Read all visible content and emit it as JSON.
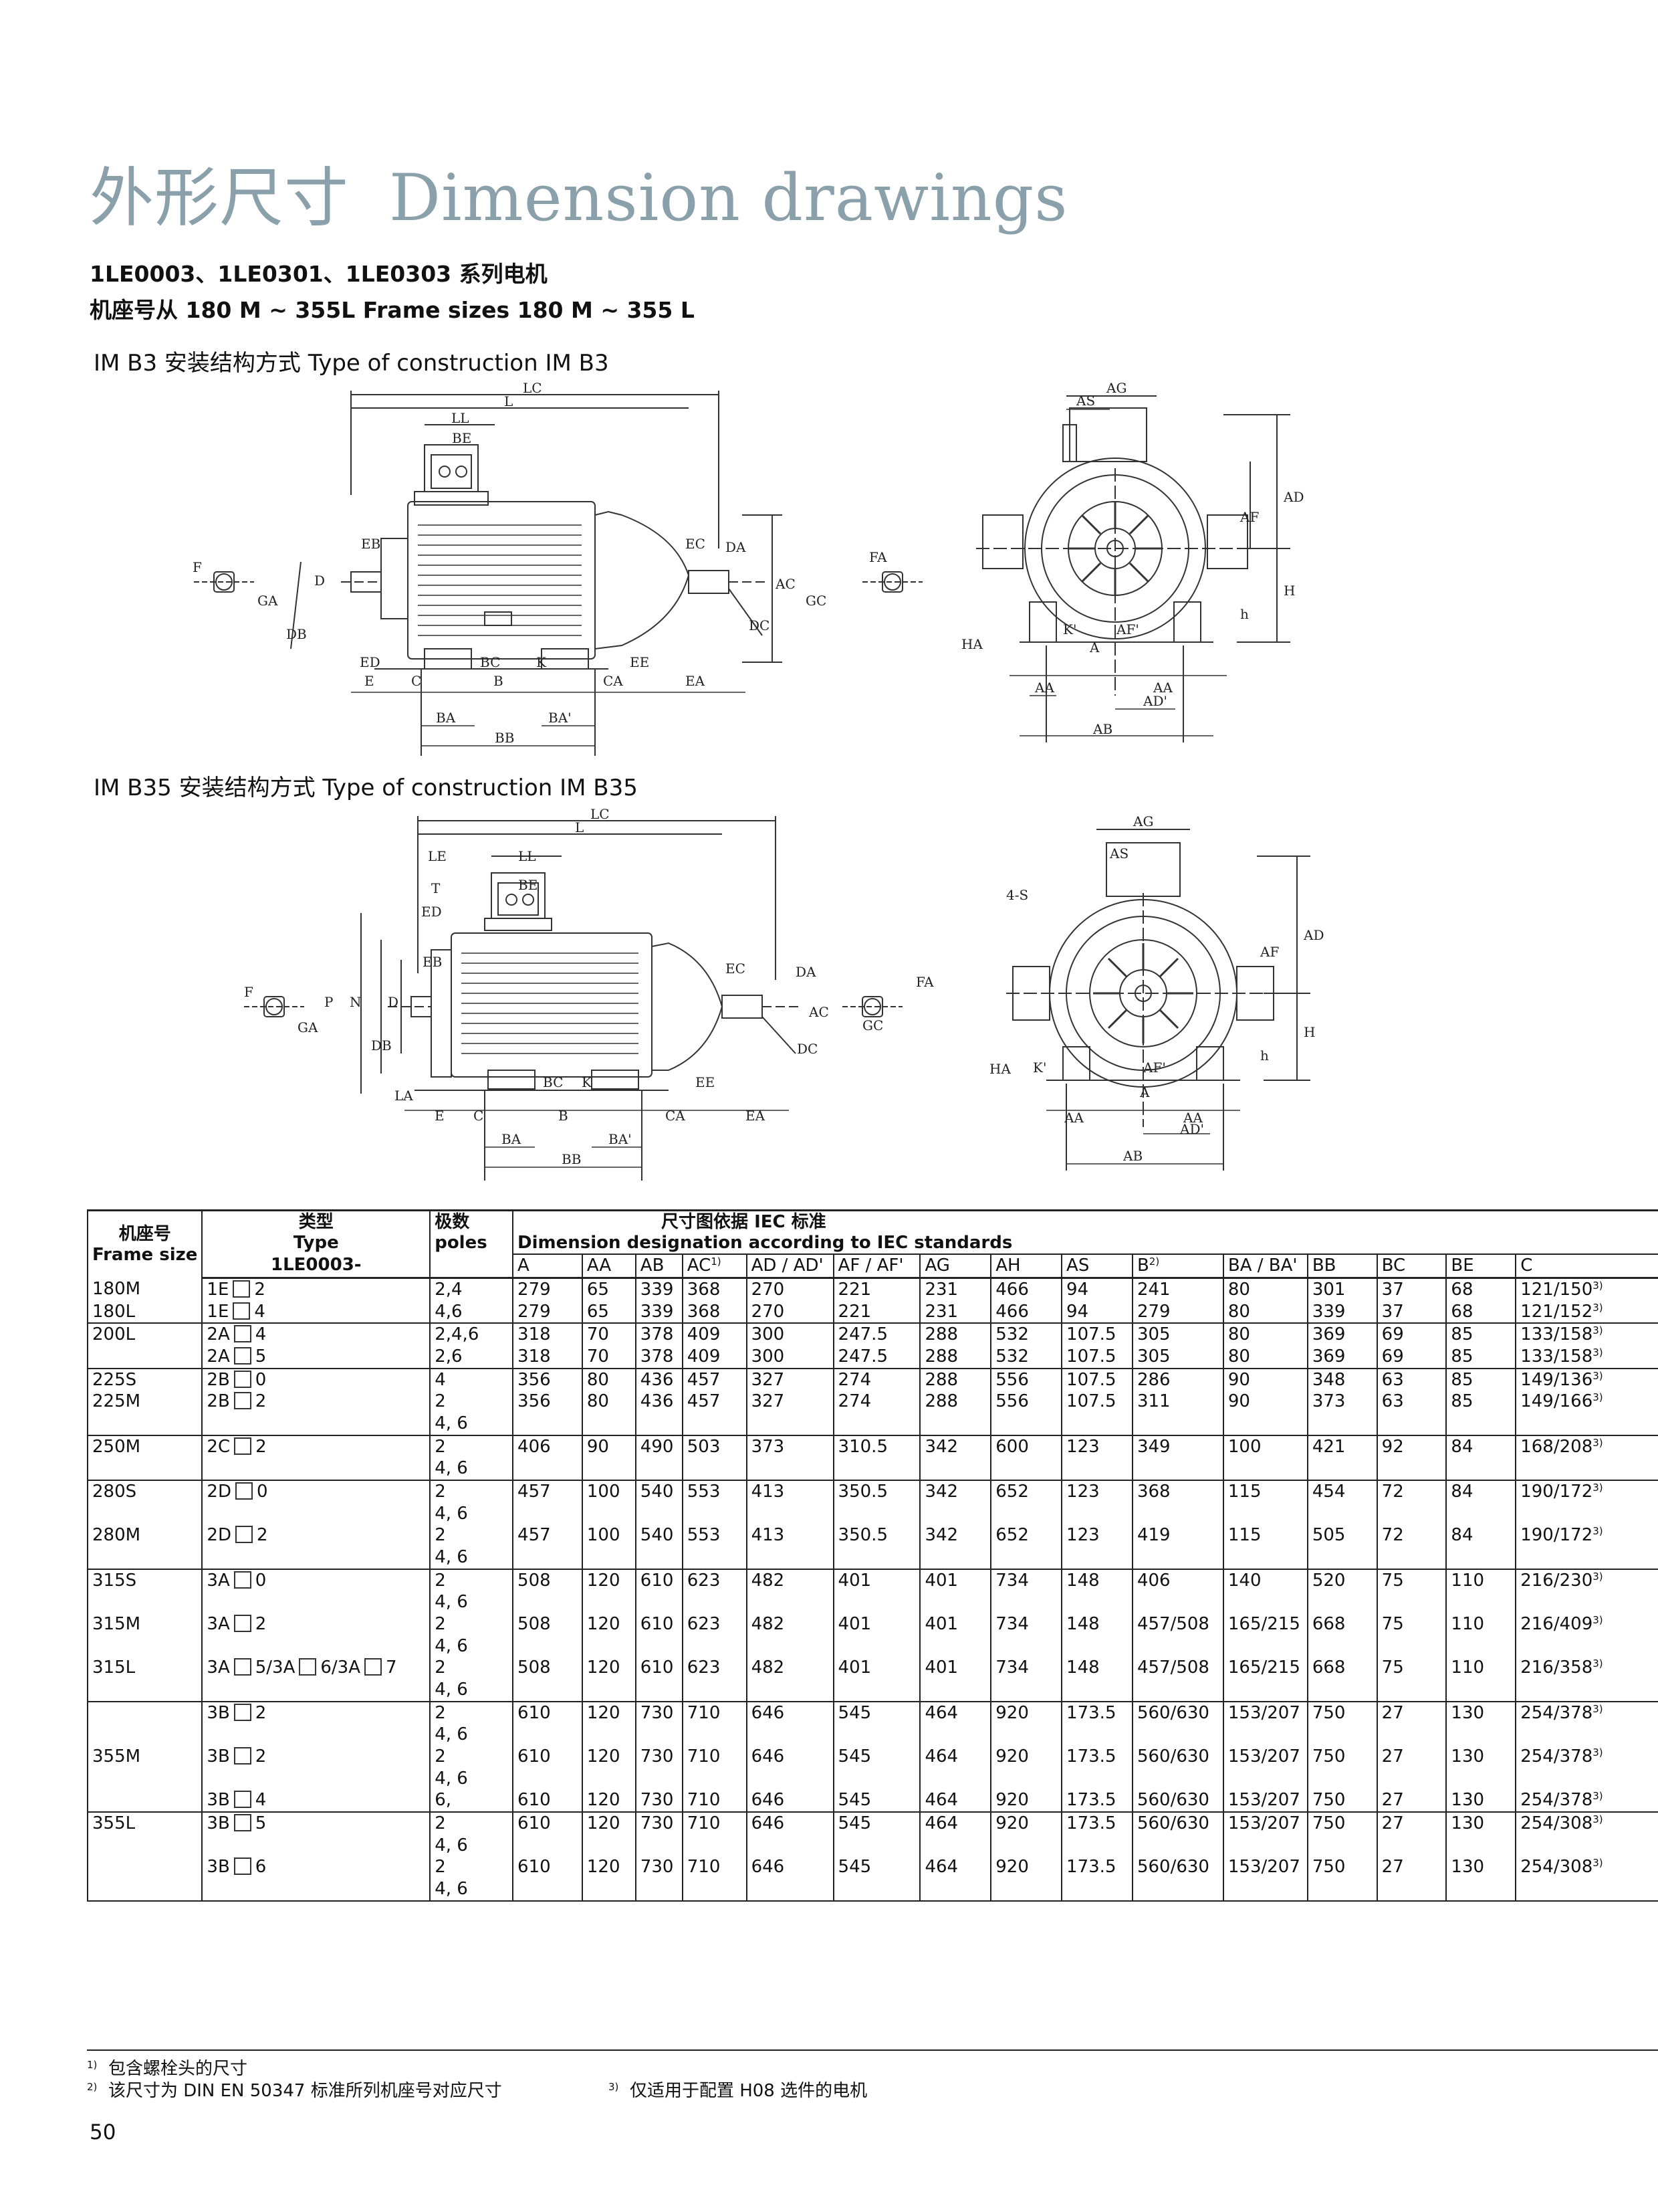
{
  "title": {
    "zh": "外形尺寸",
    "en": "Dimension drawings"
  },
  "subtitle1": "1LE0003、1LE0301、1LE0303 系列电机",
  "subtitle2": "机座号从 180 M ~ 355L  Frame sizes 180 M ~ 355 L",
  "figure1": {
    "label": "IM B3 安装结构方式 Type of construction IM B3",
    "dims": {
      "LC": "LC",
      "L": "L",
      "LL": "LL",
      "BE": "BE",
      "EB": "EB",
      "EC": "EC",
      "DA": "DA",
      "AC": "AC",
      "DC": "DC",
      "F": "F",
      "GA": "GA",
      "D": "D",
      "DB": "DB",
      "ED": "ED",
      "E": "E",
      "C": "C",
      "BC": "BC",
      "B": "B",
      "K": "K",
      "EE": "EE",
      "CA": "CA",
      "EA": "EA",
      "BA": "BA",
      "BA2": "BA'",
      "BB": "BB",
      "GC": "GC",
      "FA": "FA",
      "AG": "AG",
      "AS": "AS",
      "AD": "AD",
      "AF": "AF",
      "H": "H",
      "h": "h",
      "HA": "HA",
      "K2": "K'",
      "AF2": "AF'",
      "A": "A",
      "AA": "AA",
      "AD2": "AD'",
      "AB": "AB"
    }
  },
  "figure2": {
    "label": "IM B35 安装结构方式 Type of construction IM B35",
    "dims": {
      "LC": "LC",
      "L": "L",
      "LE": "LE",
      "LL": "LL",
      "T": "T",
      "BE": "BE",
      "ED": "ED",
      "EB": "EB",
      "EC": "EC",
      "DA": "DA",
      "AC": "AC",
      "DC": "DC",
      "F": "F",
      "GA": "GA",
      "P": "P",
      "N": "N",
      "D": "D",
      "DB": "DB",
      "LA": "LA",
      "E": "E",
      "C": "C",
      "BC": "BC",
      "K": "K",
      "B": "B",
      "EE": "EE",
      "CA": "CA",
      "EA": "EA",
      "BA": "BA",
      "BA2": "BA'",
      "BB": "BB",
      "GC": "GC",
      "FA": "FA",
      "AG": "AG",
      "AS": "AS",
      "S": "4-S",
      "AD": "AD",
      "AF": "AF",
      "H": "H",
      "h": "h",
      "HA": "HA",
      "K2": "K'",
      "AF2": "AF'",
      "A": "A",
      "AA": "AA",
      "AD2": "AD'",
      "AB": "AB"
    }
  },
  "table": {
    "h_frame_zh": "机座号",
    "h_frame_en": "Frame size",
    "h_type_zh": "类型",
    "h_type_en": "Type",
    "h_type_code": "1LE0003-",
    "h_poles_zh": "极数",
    "h_poles_en": "poles",
    "h_dim_zh": "尺寸图依据 IEC 标准",
    "h_dim_en": "Dimension designation according to IEC standards",
    "cols": [
      "A",
      "AA",
      "AB",
      "AC",
      "AD / AD'",
      "AF / AF'",
      "AG",
      "AH",
      "AS",
      "B",
      "BA / BA'",
      "BB",
      "BC",
      "BE",
      "C"
    ],
    "col_sups": {
      "AC": "1)",
      "B": "2)"
    },
    "c_sup": "3)",
    "rows": [
      {
        "frame": "180M",
        "type_pre": "1E",
        "type_post": "2",
        "poles": "2,4",
        "v": [
          "279",
          "65",
          "339",
          "368",
          "270",
          "221",
          "231",
          "466",
          "94",
          "241",
          "80",
          "301",
          "37",
          "68",
          "121/150"
        ]
      },
      {
        "frame": "180L",
        "type_pre": "1E",
        "type_post": "4",
        "poles": "4,6",
        "v": [
          "279",
          "65",
          "339",
          "368",
          "270",
          "221",
          "231",
          "466",
          "94",
          "279",
          "80",
          "339",
          "37",
          "68",
          "121/152"
        ]
      },
      {
        "frame": "200L",
        "type_pre": "2A",
        "type_post": "4",
        "poles": "2,4,6",
        "v": [
          "318",
          "70",
          "378",
          "409",
          "300",
          "247.5",
          "288",
          "532",
          "107.5",
          "305",
          "80",
          "369",
          "69",
          "85",
          "133/158"
        ]
      },
      {
        "frame": "",
        "type_pre": "2A",
        "type_post": "5",
        "poles": "2,6",
        "v": [
          "318",
          "70",
          "378",
          "409",
          "300",
          "247.5",
          "288",
          "532",
          "107.5",
          "305",
          "80",
          "369",
          "69",
          "85",
          "133/158"
        ]
      },
      {
        "frame": "225S",
        "type_pre": "2B",
        "type_post": "0",
        "poles": "4",
        "v": [
          "356",
          "80",
          "436",
          "457",
          "327",
          "274",
          "288",
          "556",
          "107.5",
          "286",
          "90",
          "348",
          "63",
          "85",
          "149/136"
        ]
      },
      {
        "frame": "225M",
        "type_pre": "2B",
        "type_post": "2",
        "poles": "2",
        "v": [
          "356",
          "80",
          "436",
          "457",
          "327",
          "274",
          "288",
          "556",
          "107.5",
          "311",
          "90",
          "373",
          "63",
          "85",
          "149/166"
        ]
      },
      {
        "frame": "",
        "type_pre": "",
        "type_post": "",
        "poles": "4, 6",
        "v": []
      },
      {
        "frame": "250M",
        "type_pre": "2C",
        "type_post": "2",
        "poles": "2",
        "v": [
          "406",
          "90",
          "490",
          "503",
          "373",
          "310.5",
          "342",
          "600",
          "123",
          "349",
          "100",
          "421",
          "92",
          "84",
          "168/208"
        ]
      },
      {
        "frame": "",
        "type_pre": "",
        "type_post": "",
        "poles": "4, 6",
        "v": []
      },
      {
        "frame": "280S",
        "type_pre": "2D",
        "type_post": "0",
        "poles": "2",
        "v": [
          "457",
          "100",
          "540",
          "553",
          "413",
          "350.5",
          "342",
          "652",
          "123",
          "368",
          "115",
          "454",
          "72",
          "84",
          "190/172"
        ]
      },
      {
        "frame": "",
        "type_pre": "",
        "type_post": "",
        "poles": "4, 6",
        "v": []
      },
      {
        "frame": "280M",
        "type_pre": "2D",
        "type_post": "2",
        "poles": "2",
        "v": [
          "457",
          "100",
          "540",
          "553",
          "413",
          "350.5",
          "342",
          "652",
          "123",
          "419",
          "115",
          "505",
          "72",
          "84",
          "190/172"
        ]
      },
      {
        "frame": "",
        "type_pre": "",
        "type_post": "",
        "poles": "4, 6",
        "v": []
      },
      {
        "frame": "315S",
        "type_pre": "3A",
        "type_post": "0",
        "poles": "2",
        "v": [
          "508",
          "120",
          "610",
          "623",
          "482",
          "401",
          "401",
          "734",
          "148",
          "406",
          "140",
          "520",
          "75",
          "110",
          "216/230"
        ]
      },
      {
        "frame": "",
        "type_pre": "",
        "type_post": "",
        "poles": "4, 6",
        "v": []
      },
      {
        "frame": "315M",
        "type_pre": "3A",
        "type_post": "2",
        "poles": "2",
        "v": [
          "508",
          "120",
          "610",
          "623",
          "482",
          "401",
          "401",
          "734",
          "148",
          "457/508",
          "165/215",
          "668",
          "75",
          "110",
          "216/409"
        ]
      },
      {
        "frame": "",
        "type_pre": "",
        "type_post": "",
        "poles": "4, 6",
        "v": []
      },
      {
        "frame": "315L",
        "type_pre": "3A",
        "type_post": "5/3A",
        "type_post2": "6/3A",
        "type_post3": "7",
        "poles": "2",
        "v": [
          "508",
          "120",
          "610",
          "623",
          "482",
          "401",
          "401",
          "734",
          "148",
          "457/508",
          "165/215",
          "668",
          "75",
          "110",
          "216/358"
        ]
      },
      {
        "frame": "",
        "type_pre": "",
        "type_post": "",
        "poles": "4, 6",
        "v": []
      },
      {
        "frame": "",
        "type_pre": "3B",
        "type_post": "2",
        "poles": "2",
        "v": [
          "610",
          "120",
          "730",
          "710",
          "646",
          "545",
          "464",
          "920",
          "173.5",
          "560/630",
          "153/207",
          "750",
          "27",
          "130",
          "254/378"
        ]
      },
      {
        "frame": "",
        "type_pre": "",
        "type_post": "",
        "poles": "4, 6",
        "v": []
      },
      {
        "frame": "355M",
        "type_pre": "3B",
        "type_post": "2",
        "poles": "2",
        "v": [
          "610",
          "120",
          "730",
          "710",
          "646",
          "545",
          "464",
          "920",
          "173.5",
          "560/630",
          "153/207",
          "750",
          "27",
          "130",
          "254/378"
        ]
      },
      {
        "frame": "",
        "type_pre": "",
        "type_post": "",
        "poles": "4, 6",
        "v": []
      },
      {
        "frame": "",
        "type_pre": "3B",
        "type_post": "4",
        "poles": "6,",
        "v": [
          "610",
          "120",
          "730",
          "710",
          "646",
          "545",
          "464",
          "920",
          "173.5",
          "560/630",
          "153/207",
          "750",
          "27",
          "130",
          "254/378"
        ]
      },
      {
        "frame": "355L",
        "type_pre": "3B",
        "type_post": "5",
        "poles": "2",
        "v": [
          "610",
          "120",
          "730",
          "710",
          "646",
          "545",
          "464",
          "920",
          "173.5",
          "560/630",
          "153/207",
          "750",
          "27",
          "130",
          "254/308"
        ]
      },
      {
        "frame": "",
        "type_pre": "",
        "type_post": "",
        "poles": "4, 6",
        "v": []
      },
      {
        "frame": "",
        "type_pre": "3B",
        "type_post": "6",
        "poles": "2",
        "v": [
          "610",
          "120",
          "730",
          "710",
          "646",
          "545",
          "464",
          "920",
          "173.5",
          "560/630",
          "153/207",
          "750",
          "27",
          "130",
          "254/308"
        ]
      },
      {
        "frame": "",
        "type_pre": "",
        "type_post": "",
        "poles": "4, 6",
        "v": []
      }
    ]
  },
  "footnotes": {
    "n1_mark": "1)",
    "n1": "包含螺栓头的尺寸",
    "n2_mark": "2)",
    "n2": "该尺寸为 DIN EN 50347 标准所列机座号对应尺寸",
    "n3_mark": "3)",
    "n3": "仅适用于配置 H08 选件的电机"
  },
  "page_number": "50"
}
